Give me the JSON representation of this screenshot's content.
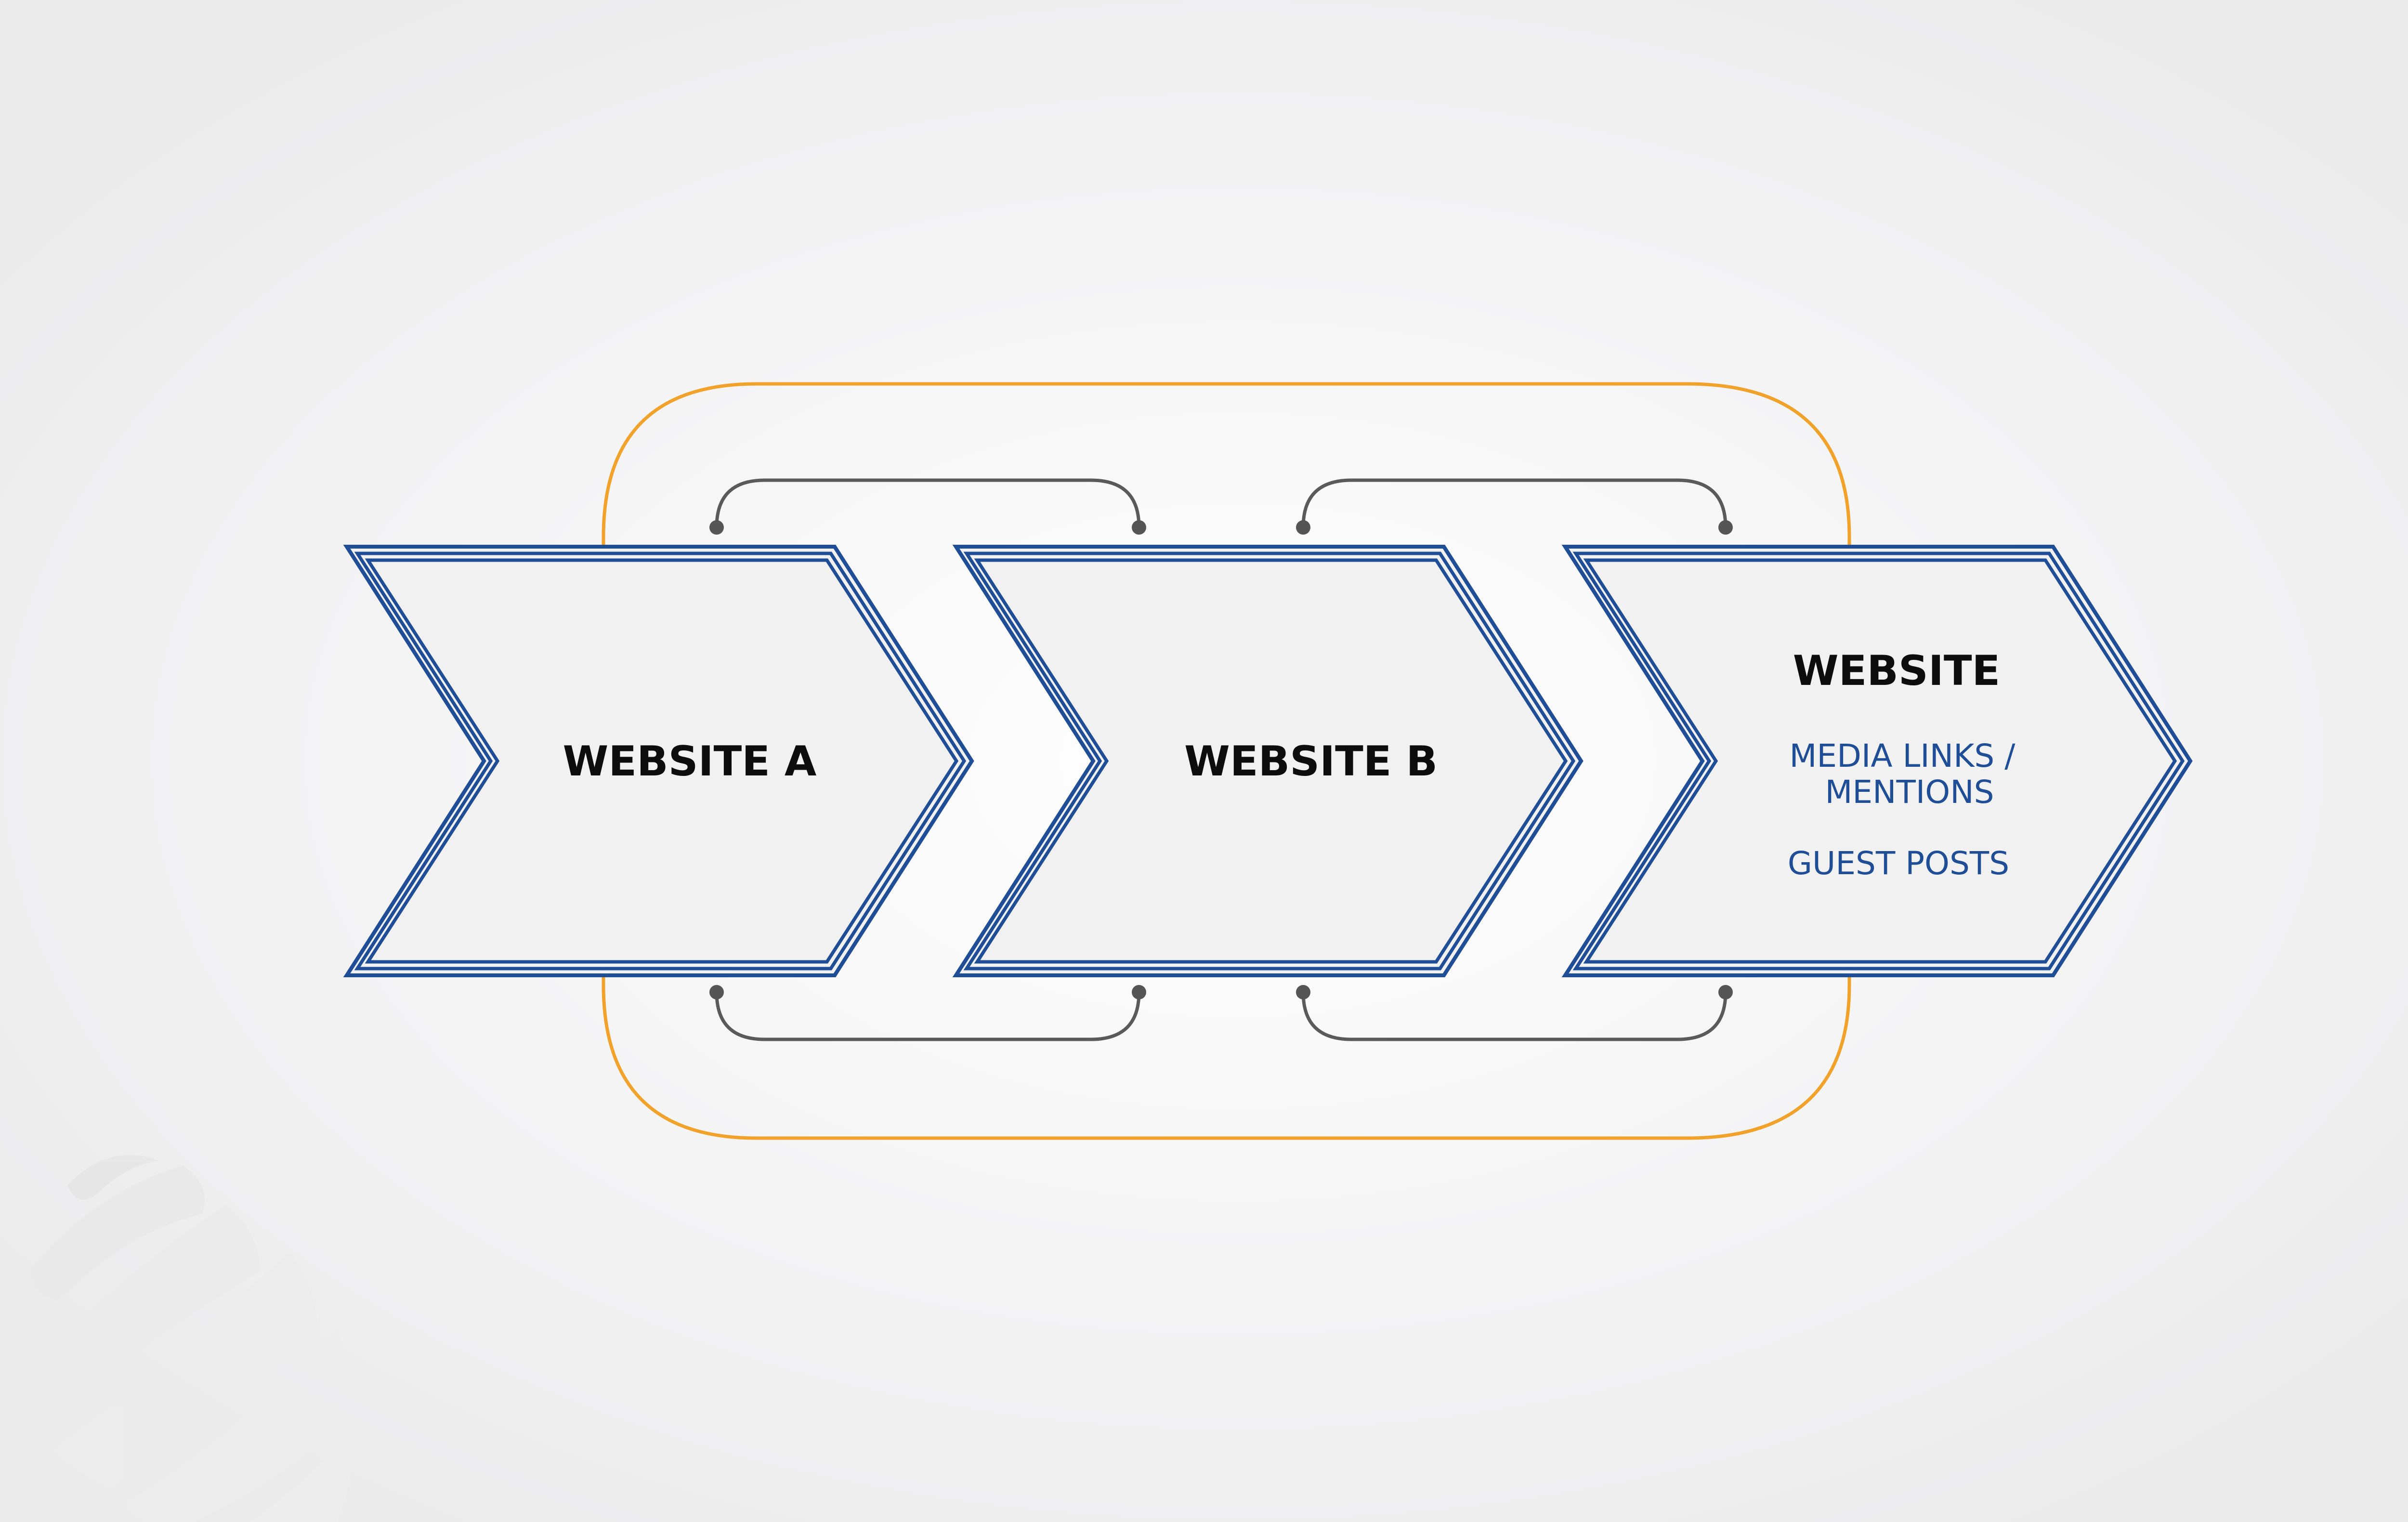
{
  "diagram": {
    "nodes": [
      {
        "id": "website-a",
        "title": "WEBSITE A",
        "lines": []
      },
      {
        "id": "website-b",
        "title": "WEBSITE B",
        "lines": []
      },
      {
        "id": "website",
        "title": "WEBSITE",
        "lines": [
          "MEDIA LINKS /",
          "MENTIONS",
          "GUEST POSTS"
        ]
      }
    ],
    "connections": [
      {
        "from": "website-a",
        "to": "website-b",
        "side": "top"
      },
      {
        "from": "website-b",
        "to": "website",
        "side": "top"
      },
      {
        "from": "website-a",
        "to": "website-b",
        "side": "bottom"
      },
      {
        "from": "website-b",
        "to": "website",
        "side": "bottom"
      },
      {
        "from": "website-a",
        "to": "website",
        "side": "loop"
      }
    ],
    "colors": {
      "chevron_border": "#1f4e96",
      "chevron_fill": "#f1f1f2",
      "connector": "#5a5a5a",
      "loop": "#f0a22a",
      "sub_text": "#1f4e96",
      "title_text": "#0d0d0d",
      "background": "#f0eff0",
      "background_center": "#ffffff"
    },
    "icons": [
      "globe-watermark-icon"
    ]
  }
}
